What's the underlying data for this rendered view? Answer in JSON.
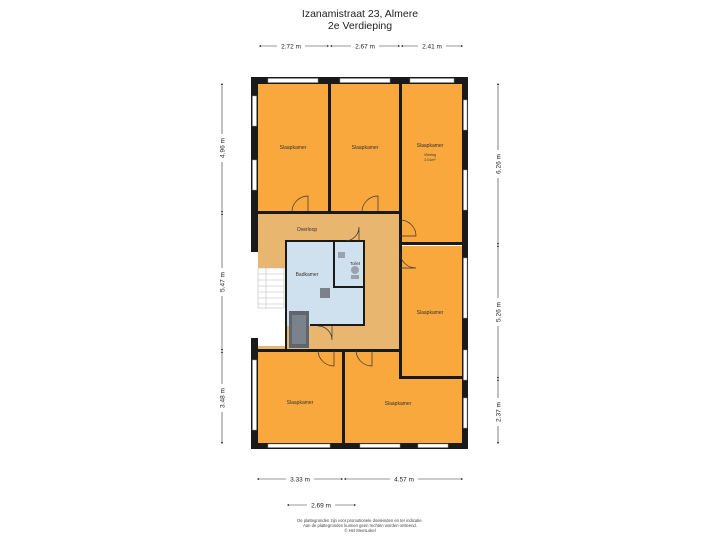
{
  "header": {
    "address": "Izanamistraat 23, Almere",
    "floor": "2e Verdieping"
  },
  "dimensions": {
    "top": [
      "2.72 m",
      "2.67 m",
      "2.41 m"
    ],
    "left": [
      "4.96 m",
      "5.47 m",
      "3.48 m"
    ],
    "right": [
      "6.26 m",
      "5.26 m",
      "2.37 m"
    ],
    "bottom": [
      "3.33 m",
      "4.57 m"
    ],
    "bottom_total": "2.69 m"
  },
  "rooms": {
    "bedroom_1": "Slaapkamer",
    "bedroom_2": "Slaapkamer",
    "bedroom_3": "Slaapkamer",
    "bedroom_3_note": "Vliering",
    "bedroom_3_size": "2.01m²",
    "landing": "Overloop",
    "bathroom": "Badkamer",
    "toilet": "Toilet",
    "bedroom_4": "Slaapkamer",
    "bedroom_5": "Slaapkamer",
    "bedroom_6": "Slaapkamer"
  },
  "footer": {
    "line1": "De plattegronden zijn voor promotionele doeleinden en ter indicatie.",
    "line2": "Aan de plattegronden kunnen geen rechten worden ontleend.",
    "line3": "© Het MeetLokel"
  },
  "colors": {
    "room_fill": "#f9a83e",
    "landing_fill": "#e9b66f",
    "wet_fill": "#cfe0ee",
    "wall": "#1a1a1a"
  }
}
